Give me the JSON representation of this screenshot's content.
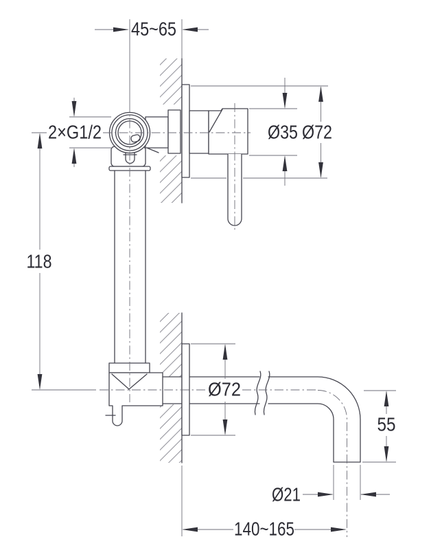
{
  "drawing": {
    "labels": {
      "depth_range": "45~65",
      "thread": "2×G1/2",
      "height": "118",
      "handle_diameter": "Ø35",
      "escutcheon_diameter_top": "Ø72",
      "escutcheon_diameter_bottom": "Ø72",
      "spout_drop": "55",
      "spout_diameter": "Ø21",
      "reach_range": "140~165"
    },
    "colors": {
      "line": "#45454f",
      "dimension": "#6e6e78",
      "hatch": "#95959d",
      "text": "#2b2b33",
      "background": "#ffffff"
    }
  }
}
